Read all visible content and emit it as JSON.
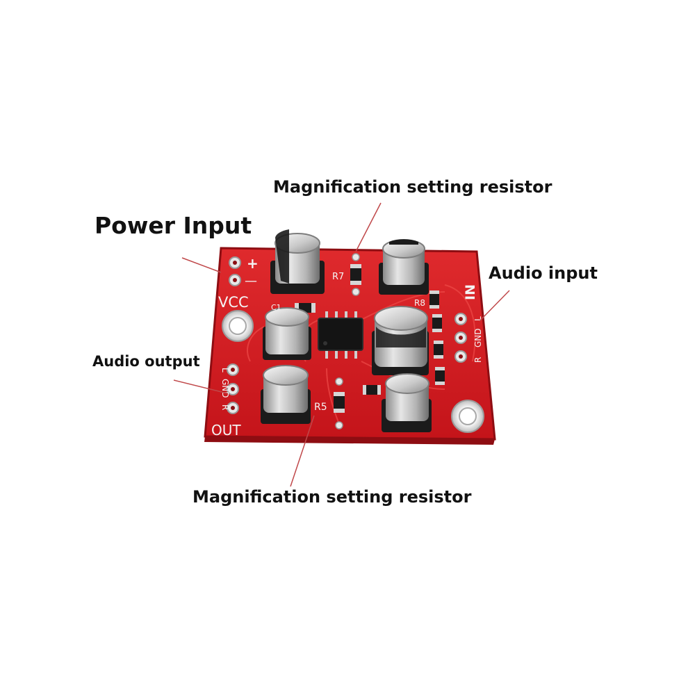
{
  "callouts": {
    "power_input": "Power Input",
    "magnification_top": "Magnification setting resistor",
    "audio_input": "Audio input",
    "audio_output": "Audio output",
    "magnification_bottom": "Magnification setting resistor"
  },
  "board": {
    "silk_plus": "+",
    "silk_minus": "—",
    "silk_vcc": "VCC",
    "silk_in": "IN",
    "silk_in_l": "L",
    "silk_in_gnd": "GND",
    "silk_in_r": "R",
    "silk_out_l": "L",
    "silk_out_gnd": "GND",
    "silk_out_r": "R",
    "silk_out": "OUT",
    "silk_r7": "R7",
    "silk_r8": "R8",
    "silk_r5": "R5",
    "silk_c1": "C1"
  },
  "colors": {
    "pcb_red": "#d11a1f",
    "pcb_edge": "#8e0d12",
    "background": "#ffffff",
    "label_text": "#111111",
    "leader_line": "#c0484a"
  }
}
